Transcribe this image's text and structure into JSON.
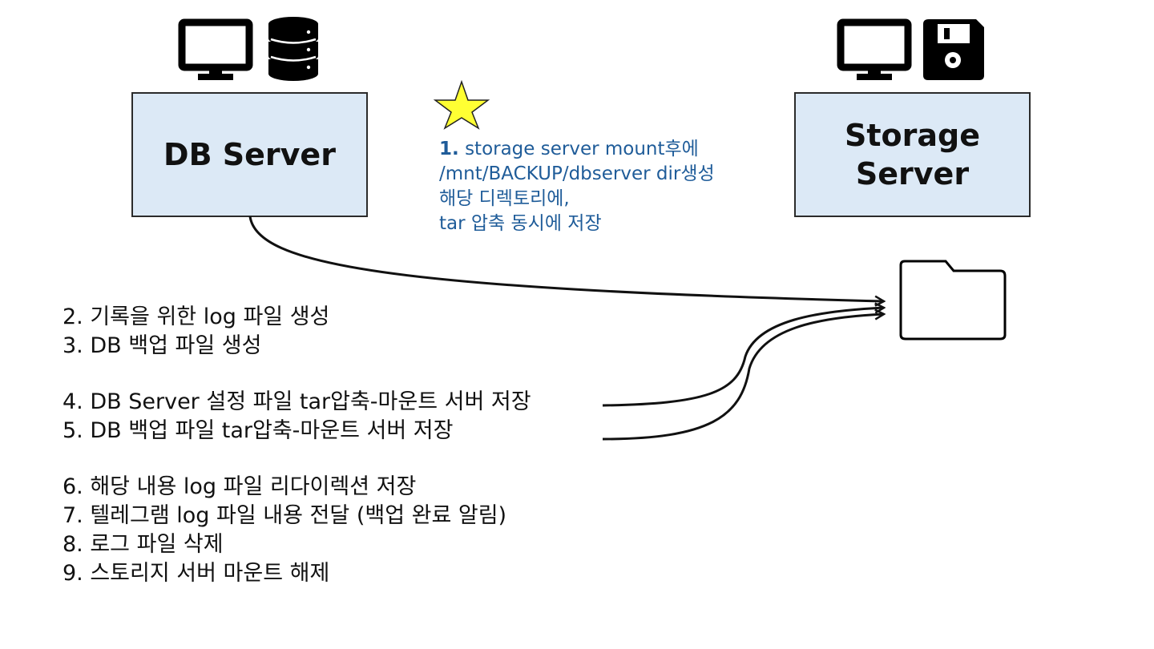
{
  "db_server": {
    "label": "DB Server"
  },
  "storage_server": {
    "line1": "Storage",
    "line2": "Server"
  },
  "note": {
    "num": "1.",
    "line1": "storage server mount후에",
    "line2": "/mnt/BACKUP/dbserver dir생성",
    "line3": "해당 디렉토리에,",
    "line4": "tar 압축 동시에 저장"
  },
  "steps": {
    "s2": "2. 기록을 위한 log 파일 생성",
    "s3": "3. DB 백업 파일 생성",
    "s4": "4. DB Server 설정 파일 tar압축-마운트 서버 저장",
    "s5": "5. DB 백업 파일 tar압축-마운트 서버 저장",
    "s6": "6. 해당 내용 log 파일 리다이렉션 저장",
    "s7": "7. 텔레그램 log 파일 내용 전달 (백업 완료 알림)",
    "s8": "8. 로그 파일 삭제",
    "s9": "9. 스토리지 서버 마운트 해제"
  },
  "icons": [
    "monitor-icon",
    "database-icon",
    "monitor-icon",
    "floppy-disk-icon",
    "star-icon",
    "folder-icon"
  ],
  "colors": {
    "box_fill": "#dce9f6",
    "note_text": "#1f5c99",
    "star_fill": "#ffff33"
  }
}
